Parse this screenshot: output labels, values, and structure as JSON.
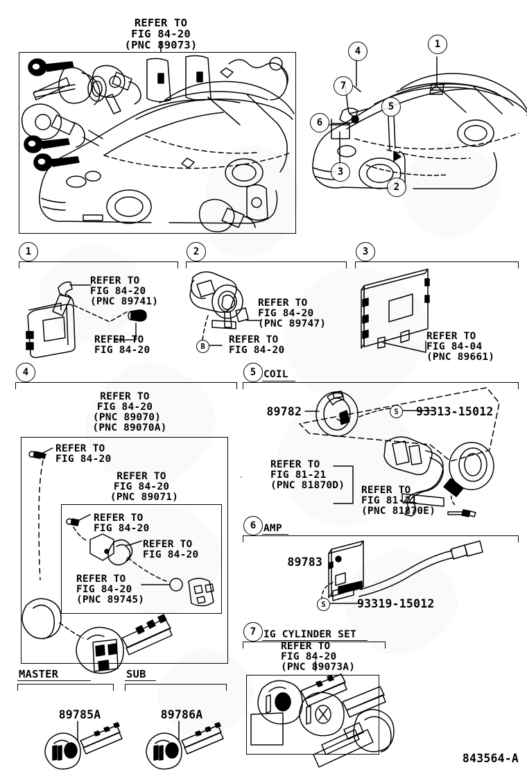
{
  "figure": {
    "number": "843564-A",
    "title_top": [
      "REFER TO",
      "FIG 84-20",
      "(PNC 89073)"
    ]
  },
  "callouts": {
    "n1": "1",
    "n2": "2",
    "n3": "3",
    "n4": "4",
    "n5": "5",
    "n6": "6",
    "n7": "7",
    "screw": "S",
    "bolt": "B"
  },
  "sections": [
    {
      "id": "1",
      "title": "",
      "labels": [
        {
          "lines": [
            "REFER TO",
            "FIG 84-20",
            "(PNC 89741)"
          ]
        },
        {
          "lines": [
            "REFER TO",
            "FIG 84-20"
          ]
        }
      ]
    },
    {
      "id": "2",
      "title": "",
      "labels": [
        {
          "lines": [
            "REFER TO",
            "FIG 84-20",
            "(PNC 89747)"
          ]
        },
        {
          "lines": [
            "REFER TO",
            "FIG 84-20"
          ]
        }
      ]
    },
    {
      "id": "3",
      "title": "",
      "labels": [
        {
          "lines": [
            "REFER TO",
            "FIG 84-04",
            "(PNC 89661)"
          ]
        }
      ]
    },
    {
      "id": "4",
      "title": "",
      "labels": [
        {
          "lines": [
            "REFER TO",
            "FIG 84-20",
            "(PNC 89070)",
            "(PNC 89070A)"
          ]
        },
        {
          "lines": [
            "REFER TO",
            "FIG 84-20"
          ]
        },
        {
          "lines": [
            "REFER TO",
            "FIG 84-20",
            "(PNC 89071)"
          ]
        },
        {
          "lines": [
            "REFER TO",
            "FIG 84-20"
          ]
        },
        {
          "lines": [
            "REFER TO",
            "FIG 84-20"
          ]
        },
        {
          "lines": [
            "REFER TO",
            "FIG 84-20",
            "(PNC 89745)"
          ]
        }
      ]
    },
    {
      "id": "5",
      "title": "COIL",
      "labels": [
        {
          "lines": [
            "REFER TO",
            "FIG 81-21",
            "(PNC 81870D)"
          ]
        },
        {
          "lines": [
            "REFER TO",
            "FIG 81-21",
            "(PNC 81870E)"
          ]
        }
      ],
      "parts": [
        "89782",
        "93313-15012"
      ]
    },
    {
      "id": "6",
      "title": "AMP",
      "labels": [],
      "parts": [
        "89783",
        "93319-15012"
      ]
    },
    {
      "id": "7",
      "title": "IG CYLINDER SET",
      "labels": [
        {
          "lines": [
            "REFER TO",
            "FIG 84-20",
            "(PNC 89073A)"
          ]
        }
      ]
    }
  ],
  "key_groups": {
    "master": {
      "heading": "MASTER",
      "part": "89785A"
    },
    "sub": {
      "heading": "SUB",
      "part": "89786A"
    }
  },
  "text": {
    "top_l1": "REFER TO",
    "top_l2": "FIG 84-20",
    "top_l3": "(PNC 89073)",
    "s1_a1": "REFER TO",
    "s1_a2": "FIG 84-20",
    "s1_a3": "(PNC 89741)",
    "s1_b1": "REFER TO",
    "s1_b2": "FIG 84-20",
    "s2_a1": "REFER TO",
    "s2_a2": "FIG 84-20",
    "s2_a3": "(PNC 89747)",
    "s2_b1": "REFER TO",
    "s2_b2": "FIG 84-20",
    "s3_a1": "REFER TO",
    "s3_a2": "FIG 84-04",
    "s3_a3": "(PNC 89661)",
    "s4_a1": "REFER TO",
    "s4_a2": "FIG 84-20",
    "s4_a3": "(PNC 89070)",
    "s4_a4": "(PNC 89070A)",
    "s4_b1": "REFER TO",
    "s4_b2": "FIG 84-20",
    "s4_c1": "REFER TO",
    "s4_c2": "FIG 84-20",
    "s4_c3": "(PNC 89071)",
    "s4_d1": "REFER TO",
    "s4_d2": "FIG 84-20",
    "s4_e1": "REFER TO",
    "s4_e2": "FIG 84-20",
    "s4_f1": "REFER TO",
    "s4_f2": "FIG 84-20",
    "s4_f3": "(PNC 89745)",
    "s5_title": "COIL",
    "s5_p1": "89782",
    "s5_p2": "93313-15012",
    "s5_a1": "REFER TO",
    "s5_a2": "FIG 81-21",
    "s5_a3": "(PNC 81870D)",
    "s5_b1": "REFER TO",
    "s5_b2": "FIG 81-21",
    "s5_b3": "(PNC 81870E)",
    "s6_title": "AMP",
    "s6_p1": "89783",
    "s6_p2": "93319-15012",
    "s7_title": "IG CYLINDER SET",
    "s7_a1": "REFER TO",
    "s7_a2": "FIG 84-20",
    "s7_a3": "(PNC 89073A)",
    "master_h": "MASTER",
    "master_p": "89785A",
    "sub_h": "SUB",
    "sub_p": "89786A",
    "fignum": "843564-A"
  }
}
